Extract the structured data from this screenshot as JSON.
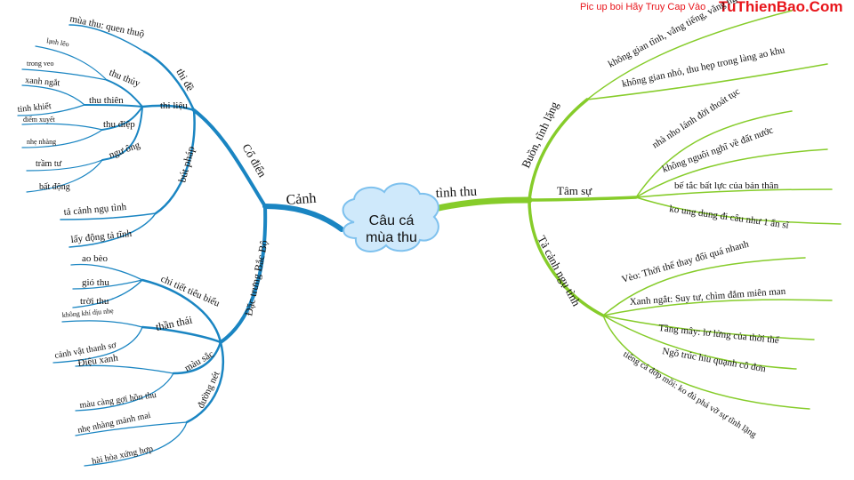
{
  "watermark": {
    "small": "Pic up boi Hãy Truy Cap Vào",
    "brand": "TuThienBao.Com"
  },
  "center": {
    "line1": "Câu cá",
    "line2": "mùa thu"
  },
  "colors": {
    "left_branch": "#1a85c2",
    "right_branch": "#86cc2a",
    "watermark": "#e8151b",
    "cloud": "#cfe9fb"
  },
  "left": {
    "main": "Cảnh",
    "co_dien": {
      "label": "Cổ điển",
      "thi_de": {
        "label": "thi đề",
        "leaf": "mùa thu: quen thuộ"
      },
      "thi_lieu": {
        "label": "thi liệu",
        "thu_thuy": {
          "label": "thu thủy",
          "leaves": [
            "lạnh lẽo",
            "trong veo"
          ]
        },
        "thu_thien": {
          "label": "thu thiên",
          "leaves": [
            "xanh ngắt",
            "tinh khiết"
          ]
        },
        "thu_diep": {
          "label": "thu điệp",
          "leaves": [
            "điểm xuyết",
            "nhẹ nhàng"
          ]
        },
        "ngu_ong": {
          "label": "ngư ông",
          "leaves": [
            "trầm tư",
            "bất động"
          ]
        }
      },
      "but_phap": {
        "label": "bút pháp",
        "leaves": [
          "tả cảnh ngụ tình",
          "lấy động tả tĩnh"
        ]
      }
    },
    "dac_trung": {
      "label": "Đặc trưng Bắc Bộ",
      "chi_tiet": {
        "label": "chi tiết tiêu biểu",
        "leaves": [
          "ao bèo",
          "gió thu",
          "trời thu"
        ]
      },
      "than_thai": {
        "label": "thần thái",
        "leaves": [
          "không khí dịu nhẹ",
          "cảnh vật thanh sơ"
        ]
      },
      "mau_sac": {
        "label": "màu sắc",
        "leaves": [
          "Điệu xanh",
          "màu càng gợi hồn thu"
        ]
      },
      "duong_net": {
        "label": "đường nét",
        "leaves": [
          "nhẹ nhàng mảnh mai",
          "hài hòa xứng hợp"
        ]
      }
    }
  },
  "right": {
    "main": "tình thu",
    "buon": {
      "label": "Buồn, tĩnh lặng",
      "leaves": [
        "không gian tĩnh, vắng tiếng, vắng người",
        "không gian nhỏ, thu hẹp trong làng ao khu"
      ]
    },
    "tam_su": {
      "label": "Tâm sự",
      "leaves": [
        "nhà nho lánh đời thoát tục",
        "không nguôi nghĩ về đất nước",
        "bế tắc bất lực của bản thân",
        "ko ung dung đi câu như 1 ẩn sĩ"
      ]
    },
    "ta_canh": {
      "label": "Tả cảnh ngụ tình",
      "leaves": [
        "Vèo: Thời thế thay đổi quá nhanh",
        "Xanh ngắt: Suy tư, chìm đắm miên man",
        "Tầng mây: lơ lửng của thời thế",
        "Ngõ trúc hiu quạnh cô đơn",
        "tiếng cá đớp mồi: ko đủ phá vỡ sự tĩnh lặng"
      ]
    }
  }
}
